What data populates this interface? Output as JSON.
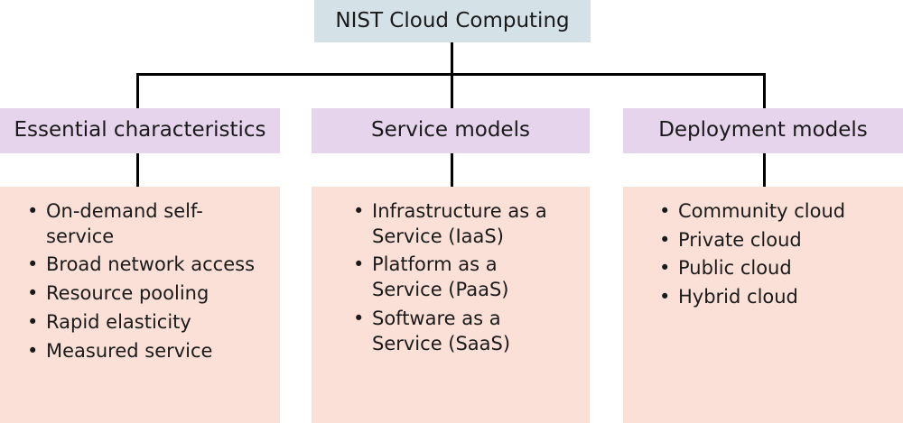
{
  "diagram": {
    "type": "hierarchy-tree",
    "root": {
      "label": "NIST Cloud Computing",
      "fill": "#d4e2e8"
    },
    "branch_fill": "#e6d4ec",
    "leaf_fill": "#fae0d6",
    "connector_color": "#000000",
    "branches": [
      {
        "header": "Essential characteristics",
        "items": [
          "On-demand self-service",
          "Broad network access",
          "Resource pooling",
          "Rapid elasticity",
          "Measured service"
        ]
      },
      {
        "header": "Service models",
        "items": [
          "Infrastructure as a Service (IaaS)",
          "Platform as a Service (PaaS)",
          "Software as a Service (SaaS)"
        ]
      },
      {
        "header": "Deployment models",
        "items": [
          "Community cloud",
          "Private cloud",
          "Public cloud",
          "Hybrid cloud"
        ]
      }
    ]
  }
}
